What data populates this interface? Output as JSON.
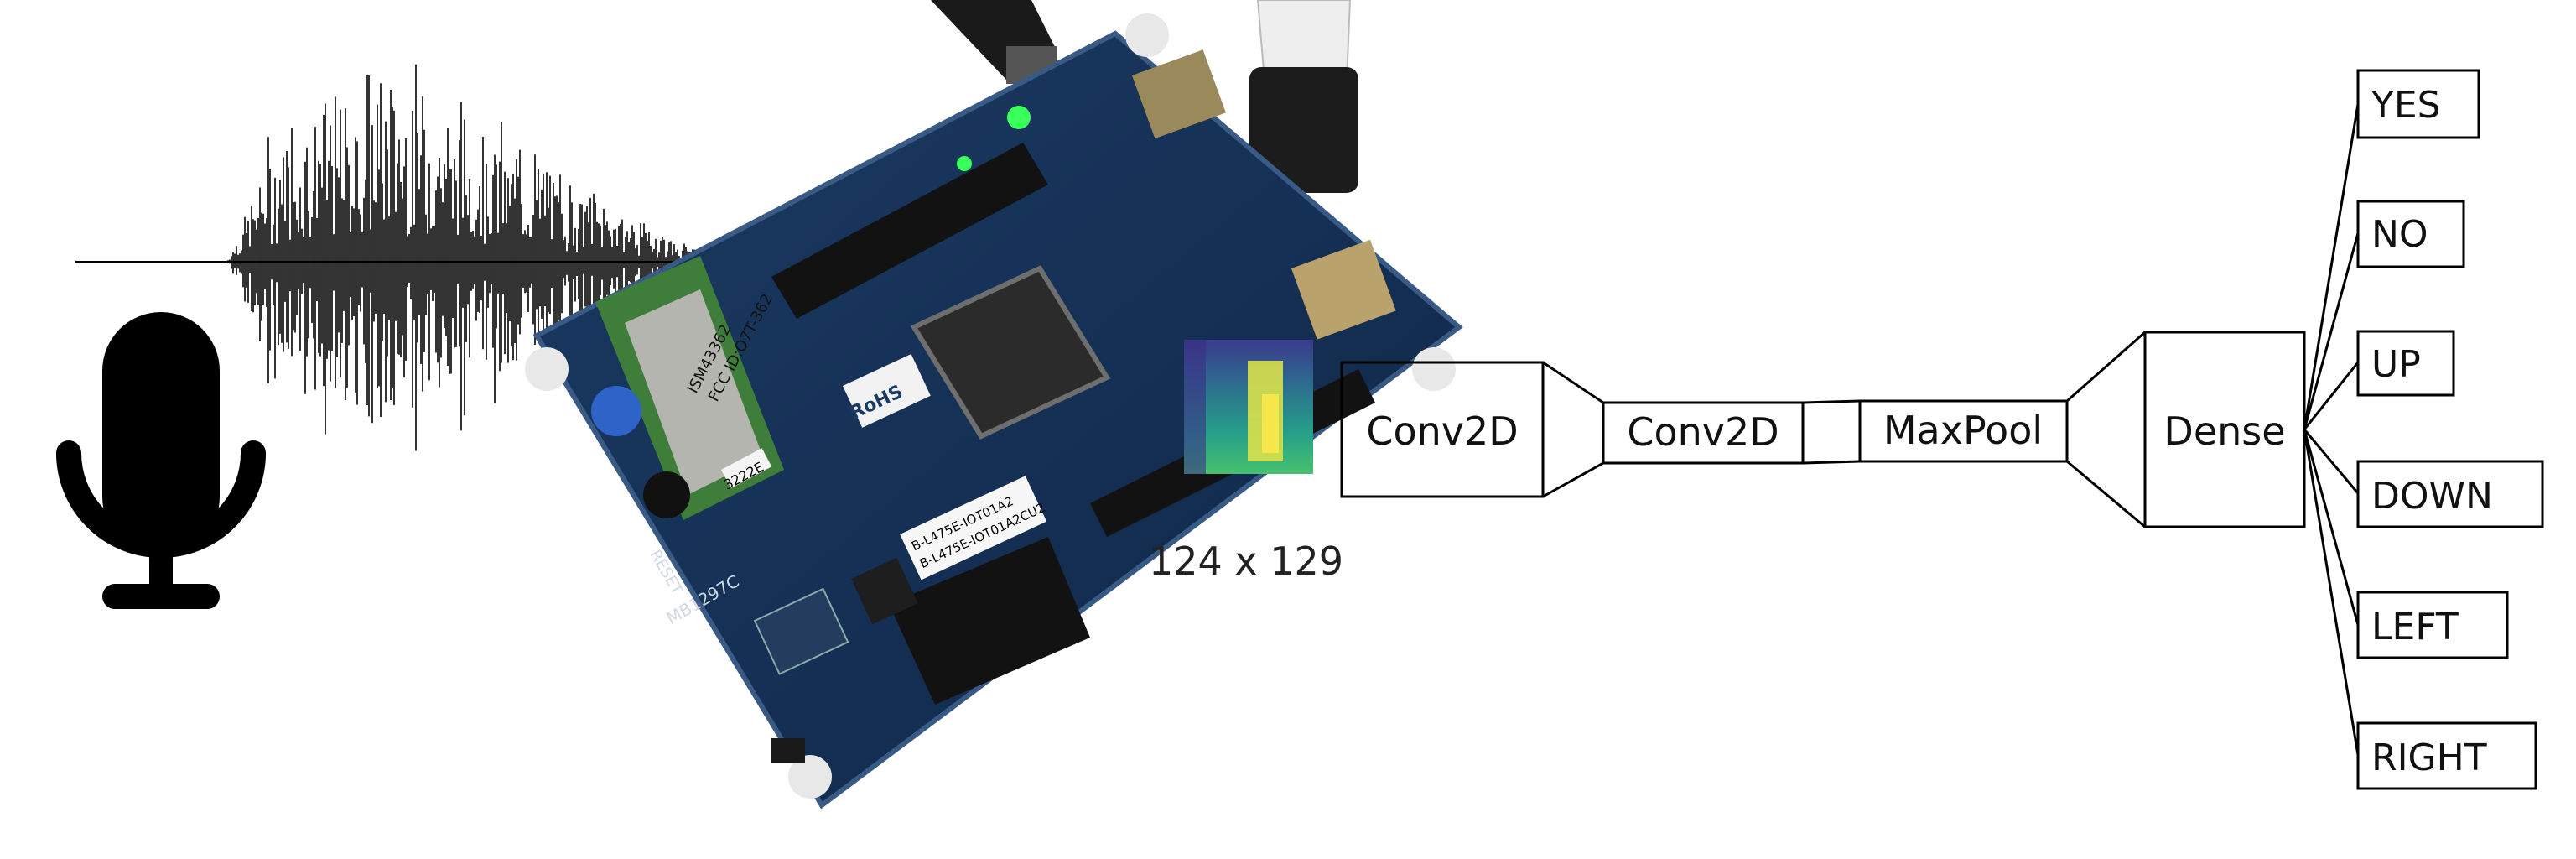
{
  "spectrogram": {
    "dims_label": "124 x 129"
  },
  "network": {
    "layers": [
      {
        "label": "Conv2D"
      },
      {
        "label": "Conv2D"
      },
      {
        "label": "MaxPool"
      },
      {
        "label": "Dense"
      }
    ],
    "outputs": [
      "YES",
      "NO",
      "UP",
      "DOWN",
      "LEFT",
      "RIGHT"
    ]
  },
  "icons": {
    "microphone": "microphone-icon",
    "waveform": "audio-waveform",
    "board": "microcontroller-board-photo"
  },
  "board_markings": {
    "rohs": "RoHS",
    "label_line1": "B-L475E-IOT01A2",
    "label_line2": "B-L475E-IOT01A2CU2",
    "mb_code": "MB1297C",
    "reset": "RESET",
    "fcc_line1": "ISM43362",
    "fcc_line2": "FCC ID:O7T-362",
    "chip_sticker": "3222E"
  }
}
